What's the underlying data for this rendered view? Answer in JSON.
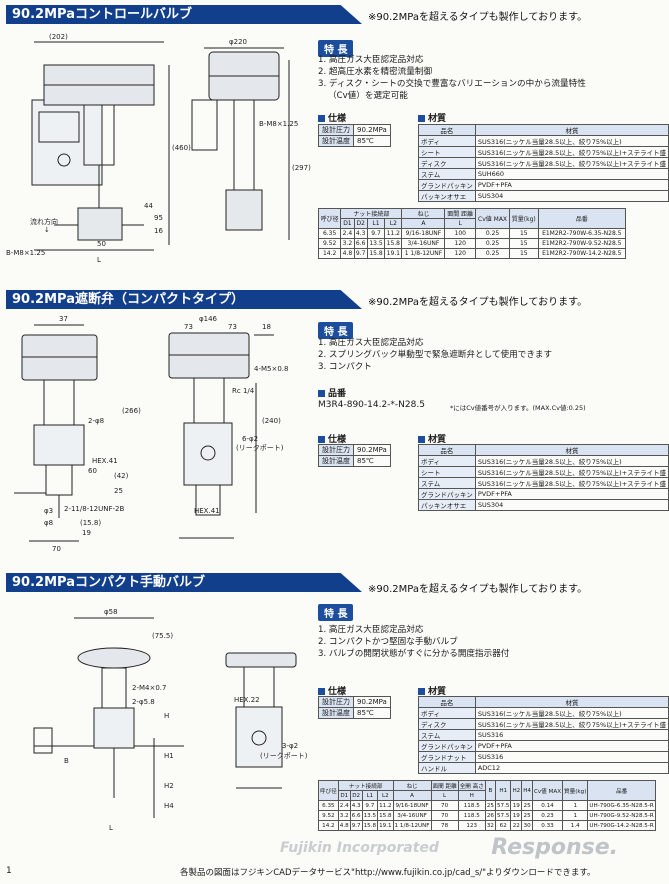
{
  "sections": [
    {
      "title": "90.2MPaコントロールバルブ",
      "note": "※90.2MPaを超えるタイプも製作しております。",
      "features_heading": "特 長",
      "features": [
        "1. 高圧ガス大臣認定品対応",
        "2. 超高圧水素を精密流量制御",
        "3. ディスク・シートの交換で豊富なバリエーションの中から流量特性",
        "（Cv値）を選定可能"
      ],
      "spec_heading": "仕様",
      "spec": [
        [
          "設計圧力",
          "90.2MPa"
        ],
        [
          "設計温度",
          "85℃"
        ]
      ],
      "material_heading": "材質",
      "materials": {
        "headers": [
          "品名",
          "材質"
        ],
        "rows": [
          [
            "ボディ",
            "SUS316(ニッケル当量28.5以上、絞り75%以上)"
          ],
          [
            "シート",
            "SUS316(ニッケル当量28.5以上、絞り75%以上)+ステライト盛"
          ],
          [
            "ディスク",
            "SUS316(ニッケル当量28.5以上、絞り75%以上)+ステライト盛"
          ],
          [
            "ステム",
            "SUH660"
          ],
          [
            "グランドパッキン",
            "PVDF+PFA"
          ],
          [
            "パッキンオサエ",
            "SUS304"
          ]
        ]
      },
      "dims": {
        "headers": [
          "呼び径",
          "D1",
          "D2",
          "L1",
          "L2",
          "A",
          "L",
          "Cv値 MAX",
          "質量(kg)",
          "品番"
        ],
        "group_labels": [
          "ナット接続部",
          "ねじ",
          "面間 距離"
        ],
        "rows": [
          [
            "6.35",
            "2.4",
            "4.3",
            "9.7",
            "11.2",
            "9/16-18UNF",
            "100",
            "0.25",
            "15",
            "E1M2R2-790W-6.35-N28.5"
          ],
          [
            "9.52",
            "3.2",
            "6.6",
            "13.5",
            "15.8",
            "3/4-16UNF",
            "120",
            "0.25",
            "15",
            "E1M2R2-790W-9.52-N28.5"
          ],
          [
            "14.2",
            "4.8",
            "9.7",
            "15.8",
            "19.1",
            "1 1/8-12UNF",
            "120",
            "0.25",
            "15",
            "E1M2R2-790W-14.2-N28.5"
          ]
        ]
      },
      "drawing_labels": [
        "(202)",
        "φ220",
        "B-M8×1.25",
        "B-M8×1.25",
        "(460)",
        "(297)",
        "95",
        "16",
        "44",
        "50",
        "L",
        "流れ方向",
        "↓"
      ]
    },
    {
      "title": "90.2MPa遮断弁（コンパクトタイプ）",
      "note": "※90.2MPaを超えるタイプも製作しております。",
      "features_heading": "特 長",
      "features": [
        "1. 高圧ガス大臣認定品対応",
        "2. スプリングバック単動型で緊急遮断弁として使用できます",
        "3. コンパクト"
      ],
      "part_heading": "品番",
      "part_no": "M3R4-890-14.2-*-N28.5",
      "part_note": "*にはCv値番号が入ります。(MAX.Cv値:0.25)",
      "spec_heading": "仕様",
      "spec": [
        [
          "設計圧力",
          "90.2MPa"
        ],
        [
          "設計温度",
          "85℃"
        ]
      ],
      "material_heading": "材質",
      "materials": {
        "headers": [
          "品名",
          "材質"
        ],
        "rows": [
          [
            "ボディ",
            "SUS316(ニッケル当量28.5以上、絞り75%以上)"
          ],
          [
            "シート",
            "SUS316(ニッケル当量28.5以上、絞り75%以上)+ステライト盛"
          ],
          [
            "ステム",
            "SUS316(ニッケル当量28.5以上、絞り75%以上)+ステライト盛"
          ],
          [
            "グランドパッキン",
            "PVDF+PFA"
          ],
          [
            "パッキンオサエ",
            "SUS304"
          ]
        ]
      },
      "drawing_labels": [
        "37",
        "73",
        "73",
        "18",
        "φ146",
        "4-M5×0.8",
        "Rc 1/4",
        "(266)",
        "(240)",
        "2-φ8",
        "6-φ2",
        "(リークポート)",
        "2-11/8-12UNF-2B",
        "HEX.41",
        "HEX.41",
        "φ3",
        "φ8",
        "(15.8)",
        "70",
        "19",
        "60",
        "25",
        "(42)"
      ]
    },
    {
      "title": "90.2MPaコンパクト手動バルブ",
      "note": "※90.2MPaを超えるタイプも製作しております。",
      "features_heading": "特 長",
      "features": [
        "1. 高圧ガス大臣認定品対応",
        "2. コンパクトかつ堅固な手動バルブ",
        "3. バルブの開閉状態がすぐに分かる開度指示器付"
      ],
      "spec_heading": "仕様",
      "spec": [
        [
          "設計圧力",
          "90.2MPa"
        ],
        [
          "設計温度",
          "85℃"
        ]
      ],
      "material_heading": "材質",
      "materials": {
        "headers": [
          "品名",
          "材質"
        ],
        "rows": [
          [
            "ボディ",
            "SUS316(ニッケル当量28.5以上、絞り75%以上)"
          ],
          [
            "ディスク",
            "SUS316(ニッケル当量28.5以上、絞り75%以上)+ステライト盛"
          ],
          [
            "ステム",
            "SUS316"
          ],
          [
            "グランドパッキン",
            "PVDF+PFA"
          ],
          [
            "グランドナット",
            "SUS316"
          ],
          [
            "ハンドル",
            "ADC12"
          ]
        ]
      },
      "dims": {
        "headers": [
          "呼び径",
          "D1",
          "D2",
          "L1",
          "L2",
          "A",
          "L",
          "H",
          "B",
          "H1",
          "H2",
          "H4",
          "Cv値 MAX",
          "質量(kg)",
          "品番"
        ],
        "group_labels": [
          "ナット接続部",
          "ねじ",
          "面間 距離",
          "全開 高さ"
        ],
        "rows": [
          [
            "6.35",
            "2.4",
            "4.3",
            "9.7",
            "11.2",
            "9/16-18UNF",
            "70",
            "118.5",
            "25",
            "57.5",
            "19",
            "25",
            "0.14",
            "1",
            "UH-790G-6.35-N28.5-R"
          ],
          [
            "9.52",
            "3.2",
            "6.6",
            "13.5",
            "15.8",
            "3/4-16UNF",
            "70",
            "118.5",
            "26",
            "57.5",
            "19",
            "25",
            "0.23",
            "1",
            "UH-790G-9.52-N28.5-R"
          ],
          [
            "14.2",
            "4.8",
            "9.7",
            "15.8",
            "19.1",
            "1 1/8-12UNF",
            "78",
            "123",
            "32",
            "62",
            "22",
            "30",
            "0.33",
            "1.4",
            "UH-790G-14.2-N28.5-R"
          ]
        ]
      },
      "drawing_labels": [
        "φ58",
        "(75.5)",
        "2-M4×0.7",
        "2-φ5.8",
        "HEX.22",
        "3-φ2",
        "(リークポート)",
        "L",
        "B",
        "H",
        "H1",
        "H2",
        "H4"
      ]
    }
  ],
  "watermark": "Fujikin Incorporated",
  "footer": {
    "page": "1",
    "text": "各製品の図面はフジキンCADデータサービス\"http://www.fujikin.co.jp/cad_s/\"よりダウンロードできます。"
  },
  "response_logo": "Response."
}
